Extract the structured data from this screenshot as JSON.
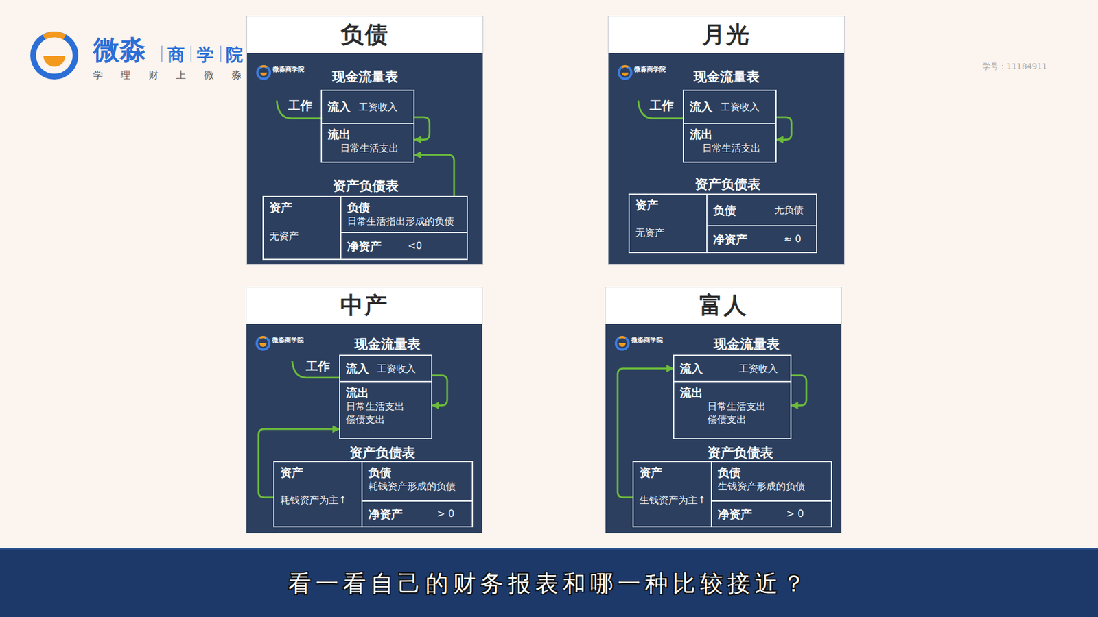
{
  "diagram": {
    "caption": "看一看自己的财务报表和哪一种比较接近？",
    "nodes": [
      {
        "text": [
          "负债",
          "现金流量表",
          "资产负债表"
        ]
      },
      {
        "text": [
          "流入",
          "工资收入"
        ],
        "in": 0
      },
      {
        "text": [
          "流出",
          "日常生活支出"
        ],
        "in": 0
      },
      {
        "text": [
          "资产",
          "无资产"
        ],
        "in": 0
      },
      {
        "text": [
          "负债",
          "日常生活指出形成的负债"
        ],
        "in": 0
      },
      {
        "text": [
          "净资产",
          "<0"
        ],
        "in": 0
      },
      {
        "text": [
          "月光",
          "现金流量表",
          "资产负债表"
        ]
      },
      {
        "text": [
          "流入",
          "工资收入"
        ],
        "in": 6
      },
      {
        "text": [
          "流出",
          "日常生活支出"
        ],
        "in": 6
      },
      {
        "text": [
          "资产",
          "无资产"
        ],
        "in": 6
      },
      {
        "text": [
          "负债",
          "无负债"
        ],
        "in": 6
      },
      {
        "text": [
          "净资产",
          "≈ 0"
        ],
        "in": 6
      },
      {
        "text": [
          "中产",
          "现金流量表",
          "资产负债表"
        ]
      },
      {
        "text": [
          "流入",
          "工资收入"
        ],
        "in": 12
      },
      {
        "text": [
          "流出",
          "日常生活支出",
          "偿债支出"
        ],
        "in": 12
      },
      {
        "text": [
          "资产",
          "耗钱资产为主↑"
        ],
        "in": 12
      },
      {
        "text": [
          "负债",
          "耗钱资产形成的负债"
        ],
        "in": 12
      },
      {
        "text": [
          "净资产",
          "> 0"
        ],
        "in": 12
      },
      {
        "text": [
          "富人",
          "现金流量表",
          "资产负债表"
        ]
      },
      {
        "text": [
          "流入",
          "工资收入"
        ],
        "in": 18
      },
      {
        "text": [
          "流出",
          "日常生活支出",
          "偿债支出"
        ],
        "in": 18
      },
      {
        "text": [
          "资产",
          "生钱资产为主↑"
        ],
        "in": 18
      },
      {
        "text": [
          "负债",
          "生钱资产形成的负债"
        ],
        "in": 18
      },
      {
        "text": [
          "净资产",
          "> 0"
        ],
        "in": 18
      }
    ],
    "edges": [
      {
        "from": 1,
        "to": 2,
        "arrow": "to"
      },
      {
        "from": 4,
        "to": 2,
        "arrow": "to"
      },
      {
        "from": 7,
        "to": 8,
        "arrow": "to"
      },
      {
        "from": 13,
        "to": 14,
        "arrow": "to"
      },
      {
        "from": 15,
        "to": 14,
        "arrow": "to"
      },
      {
        "from": 19,
        "to": 20,
        "arrow": "to"
      },
      {
        "from": 21,
        "to": 19,
        "arrow": "to"
      }
    ],
    "labels": [
      "微淼",
      "商",
      "学",
      "院",
      "学 理 财 上 微 淼",
      "学号：11184911",
      "微淼商学院",
      "工作",
      "微淼商学院",
      "工作",
      "微淼商学院",
      "工作",
      "微淼商学院"
    ]
  }
}
